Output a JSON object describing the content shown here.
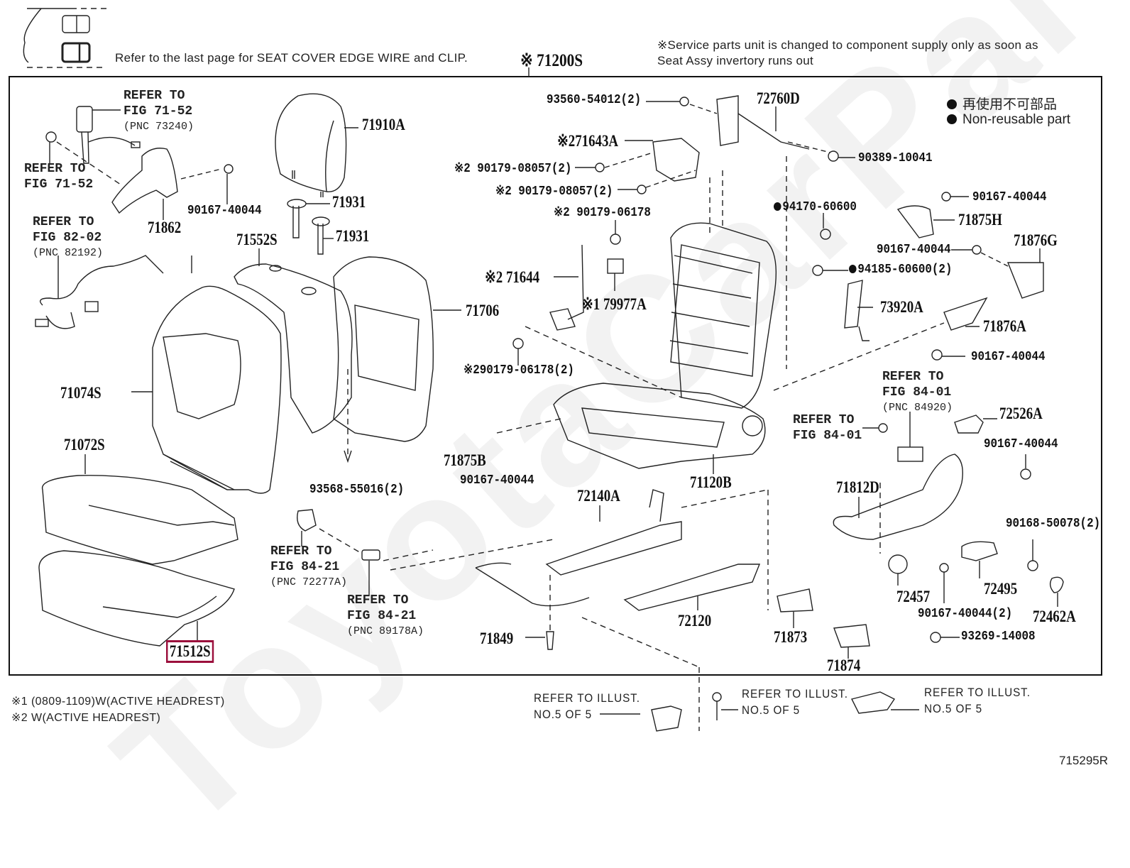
{
  "header": {
    "edge_wire_note": "Refer to the last page for SEAT COVER EDGE WIRE and CLIP.",
    "assembly_pn": "※ 71200S",
    "service_note_line1": "※Service parts unit is changed to component supply only as soon as",
    "service_note_line2": "Seat Assy invertory runs out"
  },
  "legend": {
    "jp": "再使用不可部品",
    "en": "Non-reusable part"
  },
  "watermark": "ToyotaCarParts",
  "parts": {
    "p71910A": "71910A",
    "p71931a": "71931",
    "p71931b": "71931",
    "p71862": "71862",
    "p90167_a": "90167-40044",
    "p71552S": "71552S",
    "p71706": "71706",
    "p71074S": "71074S",
    "p71072S": "71072S",
    "p71512S": "71512S",
    "p93568": "93568-55016(2)",
    "p93560": "93560-54012(2)",
    "p72760D": "72760D",
    "p71643A": "※271643A",
    "p90179_08057a": "※2 90179-08057(2)",
    "p90179_08057b": "※2 90179-08057(2)",
    "p90179_06178": "※2 90179-06178",
    "p71644": "※2 71644",
    "p79977A": "※1 79977A",
    "p90179_06178_2": "※290179-06178(2)",
    "p71875B": "71875B",
    "p90167_b": "90167-40044",
    "p71120B": "71120B",
    "p72140A": "72140A",
    "p72120": "72120",
    "p71849": "71849",
    "p71873": "71873",
    "p71874": "71874",
    "p90389": "90389-10041",
    "p94170": "94170-60600",
    "p90167_c": "90167-40044",
    "p71875H": "71875H",
    "p90167_d": "90167-40044",
    "p71876G": "71876G",
    "p94185": "94185-60600(2)",
    "p73920A": "73920A",
    "p71876A": "71876A",
    "p90167_e": "90167-40044",
    "p72526A": "72526A",
    "p90167_f": "90167-40044",
    "p71812D": "71812D",
    "p90168": "90168-50078(2)",
    "p72457": "72457",
    "p72495": "72495",
    "p90167_g": "90167-40044(2)",
    "p72462A": "72462A",
    "p93269": "93269-14008"
  },
  "refers": {
    "belt_top": {
      "l1": "REFER TO",
      "l2": "FIG 71-52",
      "l3": "(PNC 73240)"
    },
    "belt_left": {
      "l1": "REFER TO",
      "l2": "FIG 71-52"
    },
    "harness": {
      "l1": "REFER TO",
      "l2": "FIG 82-02",
      "l3": "(PNC 82192)"
    },
    "clip_a": {
      "l1": "REFER TO",
      "l2": "FIG 84-21",
      "l3": "(PNC 72277A)"
    },
    "clip_b": {
      "l1": "REFER TO",
      "l2": "FIG 84-21",
      "l3": "(PNC 89178A)"
    },
    "switch_a": {
      "l1": "REFER TO",
      "l2": "FIG 84-01",
      "l3": "(PNC 84920)"
    },
    "switch_b": {
      "l1": "REFER TO",
      "l2": "FIG 84-01"
    }
  },
  "footnotes": {
    "n1": "※1 (0809-1109)W(ACTIVE HEADREST)",
    "n2": "※2 W(ACTIVE HEADREST)"
  },
  "bottom_refs": [
    {
      "l1": "REFER TO ILLUST.",
      "l2": "NO.5 OF 5"
    },
    {
      "l1": "REFER TO ILLUST.",
      "l2": "NO.5 OF 5"
    },
    {
      "l1": "REFER TO ILLUST.",
      "l2": "NO.5 OF 5"
    }
  ],
  "figure_code": "715295R",
  "highlight_color": "#9b0f3c"
}
